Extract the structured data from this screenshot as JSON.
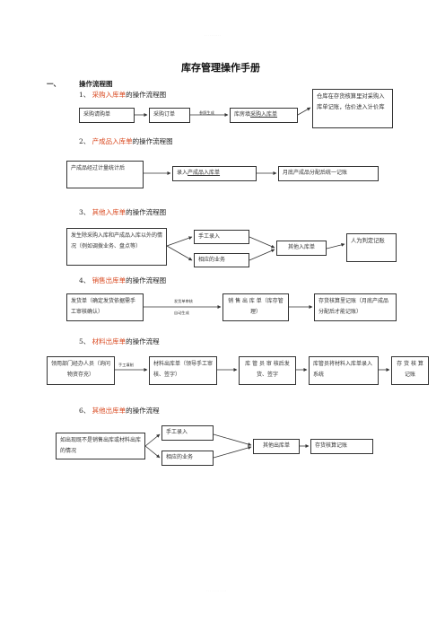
{
  "header_mark": "· · · · · · · · · ·",
  "footer_mark": "· · · · · · · · · · · ·",
  "title": "库存管理操作手册",
  "section": {
    "num": "一、",
    "label": "操作流程图"
  },
  "flows": [
    {
      "num": "1、",
      "name": "采购入库单",
      "suffix": "的操作流程图",
      "boxes": [
        "采购请购单",
        "采购订单",
        "库房填",
        "采购入库单",
        "仓库在存货核算里对采购入库单记账，估价进入计价库"
      ],
      "arrow_label": "参照生成"
    },
    {
      "num": "2、",
      "name": "产成品入库单",
      "suffix": "的操作流程图",
      "boxes": [
        "产成品经过计量统计后",
        "录入",
        "产成品入库单",
        "月底产成品分配后统一记账"
      ]
    },
    {
      "num": "3、",
      "name": "其他入库单",
      "suffix": "的操作流程图",
      "boxes": [
        "发生除采购入库和产成品入库以外的情况（例如调拨业务、盘点等）",
        "手工录入",
        "相应的业务",
        "其他入库单",
        "人为判定记账"
      ]
    },
    {
      "num": "4、",
      "name": "销售出库单",
      "suffix": "的操作流程图",
      "boxes": [
        "发货单（确定发货依据需手工审核确认）",
        "销 售 出 库 单（库存管理）",
        "存货核算里记账（月底产成品分配后才能记账）"
      ],
      "arrow_label_top": "发货单审核",
      "arrow_label_bottom": "自动生成"
    },
    {
      "num": "5、",
      "name": "材料出库单",
      "suffix": "的操作流程",
      "boxes": [
        "领用部门经办人员（询问物资存充）",
        "材料出库单（领导手工审核、签字）",
        "库 管 员 审 核后发货、签字",
        "库管员将材料入库单录入系统",
        "存 货 核 算记账"
      ],
      "arrow_label": "手工填制"
    },
    {
      "num": "6、",
      "name": "其他出库单",
      "suffix": "的操作流程",
      "boxes": [
        "如出现既不是销售出库或材料出库的情况",
        "手工录入",
        "相应的业务",
        "其他出库单",
        "存货核算记账"
      ]
    }
  ]
}
